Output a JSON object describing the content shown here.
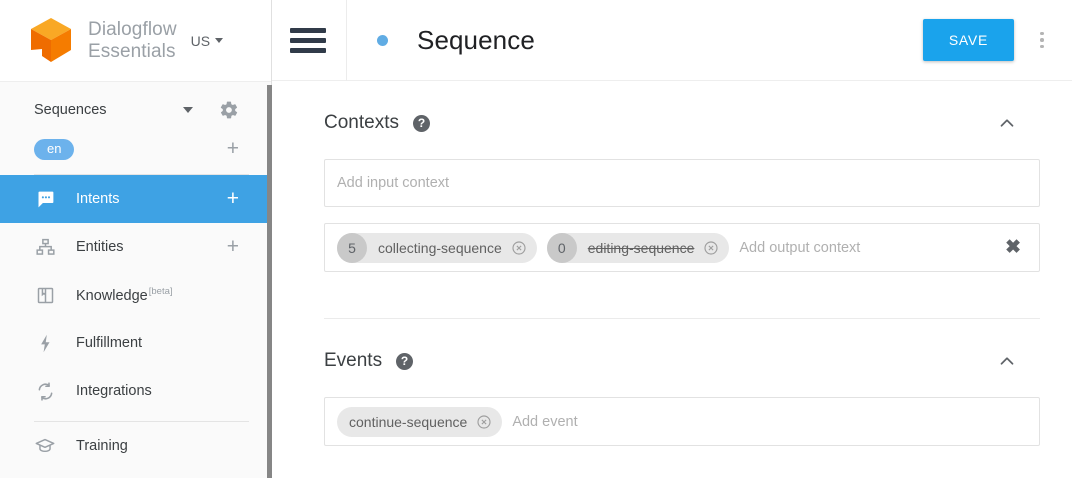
{
  "sidebar": {
    "brand": {
      "line1": "Dialogflow",
      "line2": "Essentials",
      "logo_icon": "dialogflow-cube-logo"
    },
    "region": {
      "label": "US",
      "icon": "caret-down-icon"
    },
    "agent": {
      "name": "Sequences",
      "caret_icon": "caret-down-icon",
      "gear_icon": "gear-icon"
    },
    "language": {
      "chip": "en",
      "add_icon": "plus-icon"
    },
    "items": [
      {
        "label": "Intents",
        "icon": "intents-bubble-icon",
        "active": true,
        "plus": "+"
      },
      {
        "label": "Entities",
        "icon": "entities-hierarchy-icon",
        "active": false,
        "plus": "+"
      },
      {
        "label": "Knowledge",
        "badge": "[beta]",
        "icon": "knowledge-book-icon",
        "active": false
      },
      {
        "label": "Fulfillment",
        "icon": "fulfillment-bolt-icon",
        "active": false
      },
      {
        "label": "Integrations",
        "icon": "integrations-refresh-icon",
        "active": false
      },
      {
        "label": "Training",
        "icon": "training-cap-icon",
        "active": false
      }
    ]
  },
  "topbar": {
    "menu_icon": "hamburger-menu-icon",
    "status_dot": "unsaved-status-dot",
    "title": "Sequence",
    "save_label": "SAVE",
    "more_icon": "kebab-menu-icon"
  },
  "colors": {
    "accent_blue": "#3ea2e4",
    "save_blue": "#1aa3ec",
    "lang_chip_blue": "#6cb2ec",
    "chip_grey": "#e8e8e8",
    "chip_count_grey": "#c9c9c9"
  },
  "contexts": {
    "title": "Contexts",
    "help_icon": "help-circle-icon",
    "collapse_icon": "chevron-up-icon",
    "input": {
      "placeholder": "Add input context",
      "value": ""
    },
    "output": {
      "placeholder": "Add output context",
      "clear_icon": "clear-x-icon",
      "chips": [
        {
          "count": "5",
          "label": "collecting-sequence",
          "struck": false,
          "remove_icon": "chip-remove-icon"
        },
        {
          "count": "0",
          "label": "editing-sequence",
          "struck": true,
          "remove_icon": "chip-remove-icon"
        }
      ]
    }
  },
  "events": {
    "title": "Events",
    "help_icon": "help-circle-icon",
    "collapse_icon": "chevron-up-icon",
    "placeholder": "Add event",
    "chips": [
      {
        "label": "continue-sequence",
        "remove_icon": "chip-remove-icon"
      }
    ]
  }
}
